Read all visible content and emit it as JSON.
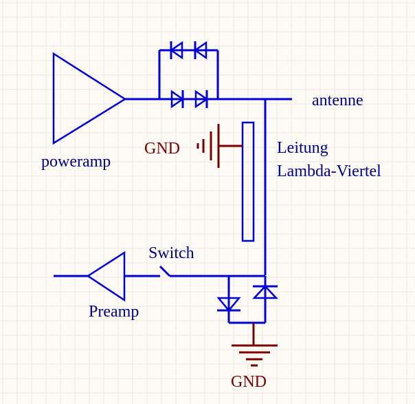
{
  "labels": {
    "poweramp": "poweramp",
    "antenne": "antenne",
    "gnd_top": "GND",
    "leitung_line1": "Leitung",
    "leitung_line2": "Lambda-Viertel",
    "switch": "Switch",
    "preamp": "Preamp",
    "gnd_bottom": "GND"
  },
  "colors": {
    "background": "#fdfbf5",
    "grid": "#ece9df",
    "wire": "#0000d4",
    "ground": "#7a0000",
    "label": "#00008b",
    "gnd_label": "#7a0000"
  }
}
